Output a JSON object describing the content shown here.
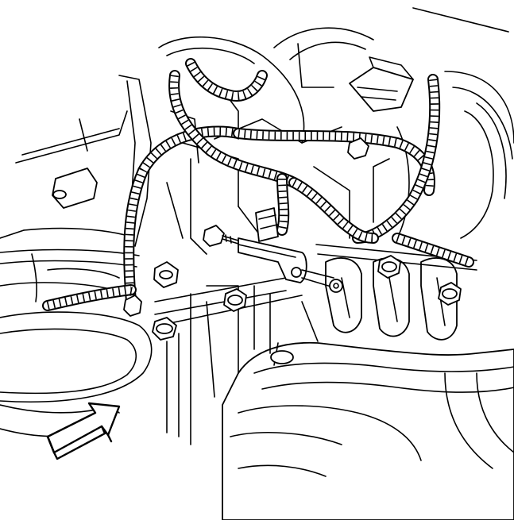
{
  "diagram": {
    "kind": "service manual line drawing",
    "subject_components": [
      "wiring-harness",
      "electrical-connector",
      "harness-bracket",
      "bolt",
      "nut",
      "engine-block",
      "exhaust-manifold",
      "transmission-bellhousing"
    ],
    "callout_marker": "arrow-icon",
    "colors": {
      "line": "#000000",
      "background": "#ffffff"
    }
  }
}
